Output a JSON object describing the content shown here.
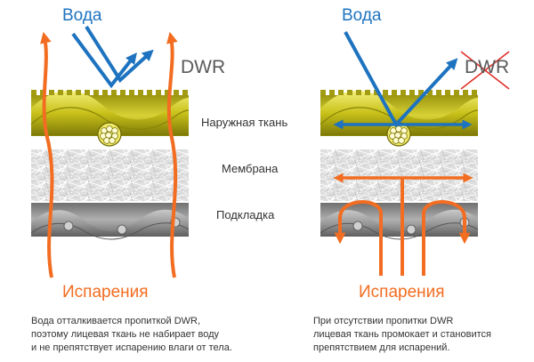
{
  "left": {
    "water_label": "Вода",
    "dwr_label": "DWR",
    "evaporation_label": "Испарения",
    "caption": [
      "Вода отталкивается пропиткой DWR,",
      "поэтому лицевая ткань не набирает воду",
      "и не препятствует испарению влаги от тела."
    ]
  },
  "layers": {
    "outer": "Наружная ткань",
    "membrane": "Мембрана",
    "lining": "Подкладка"
  },
  "right": {
    "water_label": "Вода",
    "dwr_label": "DWR",
    "evaporation_label": "Испарения",
    "caption": [
      "При отсутствии пропитки DWR",
      "лицевая ткань промокает и становится",
      "препятствием для испарений."
    ]
  },
  "colors": {
    "water": "#1e73c0",
    "evaporation": "#f26d21",
    "outer_fabric": "#c9c21a",
    "membrane": "#d9d9d9",
    "lining": "#8f8f8f",
    "cross": "#e0302a"
  }
}
